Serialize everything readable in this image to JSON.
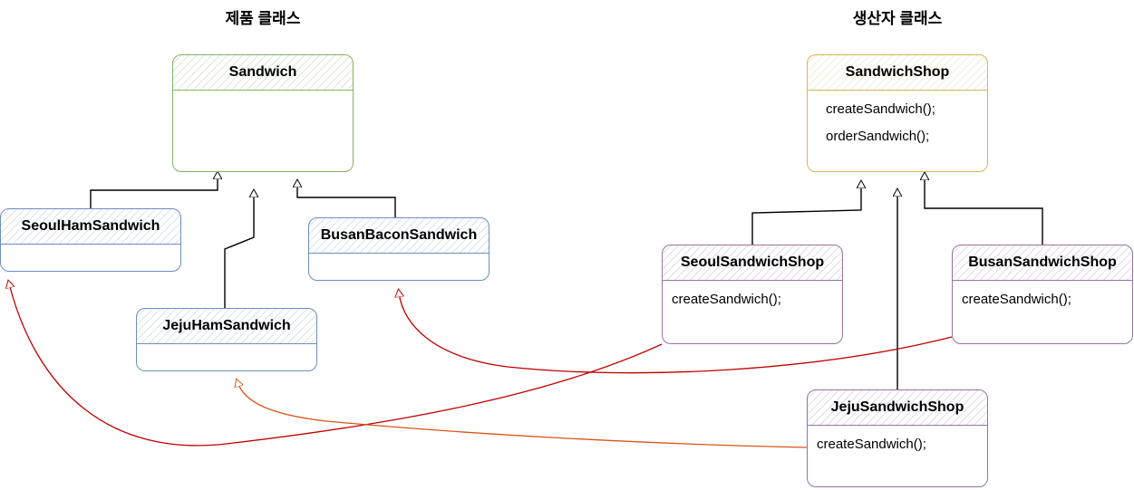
{
  "titles": {
    "product": "제품 클래스",
    "creator": "생산자 클래스"
  },
  "classes": {
    "sandwich": {
      "name": "Sandwich"
    },
    "seoul_ham": {
      "name": "SeoulHamSandwich"
    },
    "jeju_ham": {
      "name": "JejuHamSandwich"
    },
    "busan_bacon": {
      "name": "BusanBaconSandwich"
    },
    "sandwich_shop": {
      "name": "SandwichShop",
      "methods": [
        "createSandwich();",
        "orderSandwich();"
      ]
    },
    "seoul_shop": {
      "name": "SeoulSandwichShop",
      "methods": [
        "createSandwich();"
      ]
    },
    "busan_shop": {
      "name": "BusanSandwichShop",
      "methods": [
        "createSandwich();"
      ]
    },
    "jeju_shop": {
      "name": "JejuSandwichShop",
      "methods": [
        "createSandwich();"
      ]
    }
  },
  "colors": {
    "product_base": "#82b366",
    "product_concrete": "#6c8ebf",
    "creator_base": "#d6b656",
    "creator_concrete": "#9673a6",
    "create_arrow": "#c00000",
    "create_arrow_alt": "#d9541a"
  }
}
